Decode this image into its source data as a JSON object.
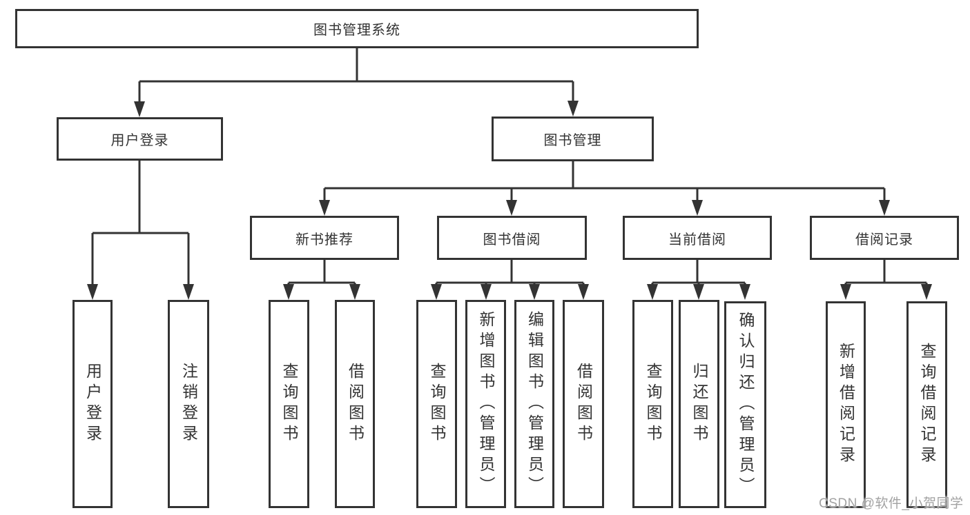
{
  "diagram": {
    "watermark": "CSDN @软件_小贺同学",
    "colors": {
      "line": "#333333",
      "box_border": "#333333",
      "box_fill": "#ffffff",
      "text": "#333333",
      "watermark": "#a2a2a2"
    },
    "tree": {
      "label": "图书管理系统",
      "children": [
        {
          "label": "用户登录",
          "children": [
            {
              "label": "用户登录"
            },
            {
              "label": "注销登录"
            }
          ]
        },
        {
          "label": "图书管理",
          "children": [
            {
              "label": "新书推荐",
              "children": [
                {
                  "label": "查询图书"
                },
                {
                  "label": "借阅图书"
                }
              ]
            },
            {
              "label": "图书借阅",
              "children": [
                {
                  "label": "查询图书"
                },
                {
                  "label": "新增图书（管理员）"
                },
                {
                  "label": "编辑图书（管理员）"
                },
                {
                  "label": "借阅图书"
                }
              ]
            },
            {
              "label": "当前借阅",
              "children": [
                {
                  "label": "查询图书"
                },
                {
                  "label": "归还图书"
                },
                {
                  "label": "确认归还（管理员）"
                }
              ]
            },
            {
              "label": "借阅记录",
              "children": [
                {
                  "label": "新增借阅记录"
                },
                {
                  "label": "查询借阅记录"
                }
              ]
            }
          ]
        }
      ]
    }
  }
}
